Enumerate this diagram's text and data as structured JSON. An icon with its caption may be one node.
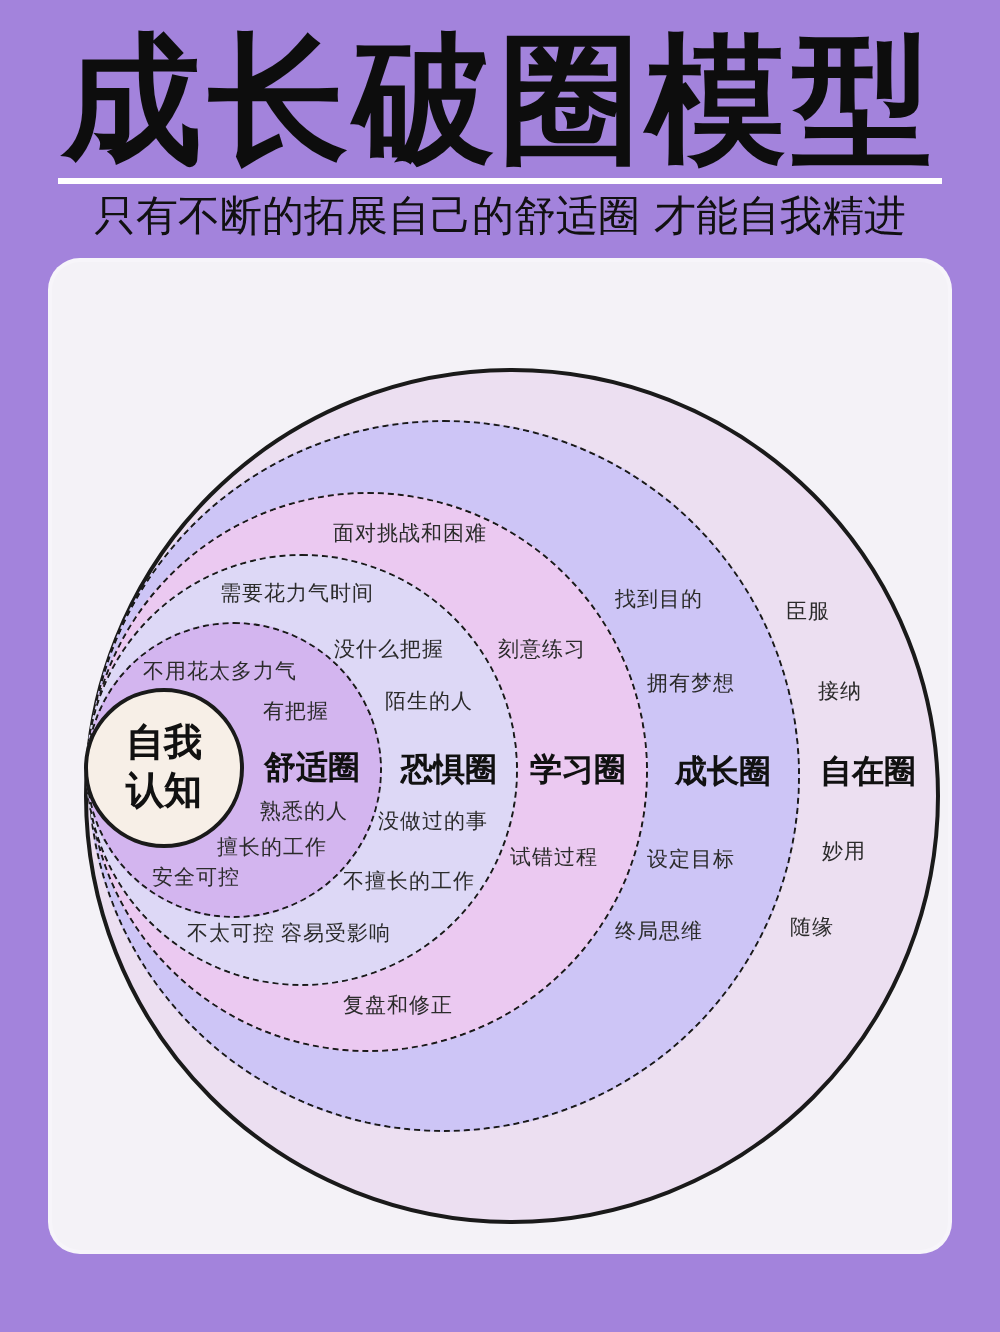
{
  "diagram": {
    "title": "成长破圈模型",
    "nodes": [
      {
        "text": [
          "自在圈",
          "臣服",
          "接纳",
          "妙用",
          "随缘"
        ]
      },
      {
        "text": [
          "成长圈",
          "找到目的",
          "拥有梦想",
          "设定目标",
          "终局思维"
        ],
        "in": 0
      },
      {
        "text": [
          "学习圈",
          "面对挑战和困难",
          "刻意练习",
          "试错过程",
          "复盘和修正"
        ],
        "in": 1
      },
      {
        "text": [
          "恐惧圈",
          "需要花力气时间",
          "没什么把握",
          "陌生的人",
          "没做过的事",
          "不擅长的工作",
          "不太可控 容易受影响"
        ],
        "in": 2
      },
      {
        "text": [
          "舒适圈",
          "不用花太多力气",
          "有把握",
          "熟悉的人",
          "擅长的工作",
          "安全可控"
        ],
        "in": 3
      },
      {
        "text": [
          "自我认知"
        ],
        "in": 4
      }
    ],
    "labels": [
      "只有不断的拓展自己的舒适圈 才能自我精进"
    ]
  }
}
